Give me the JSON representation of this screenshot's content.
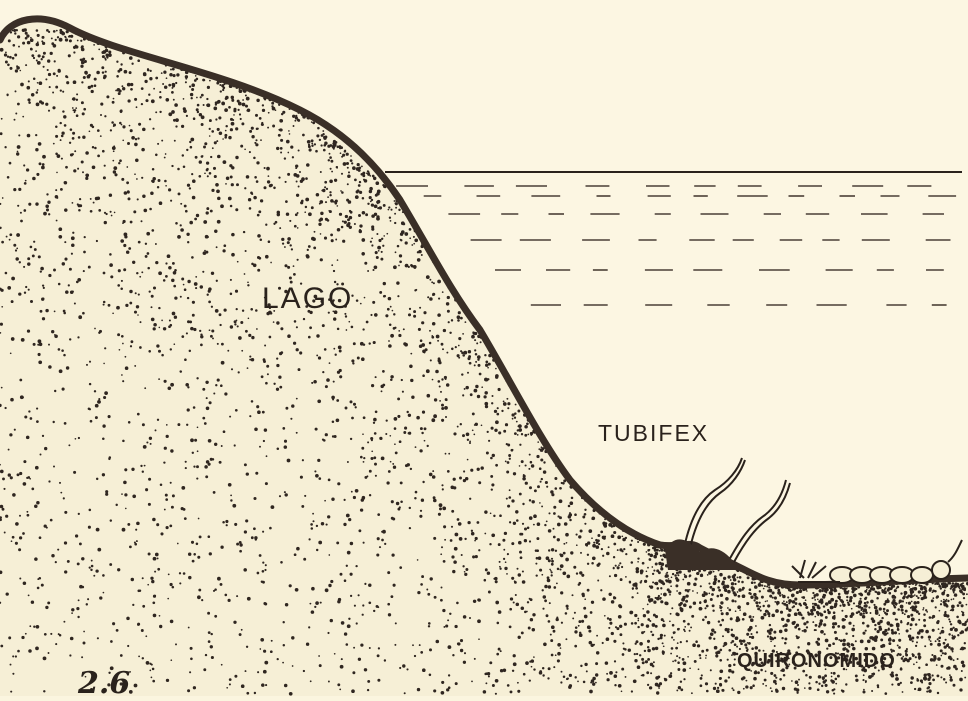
{
  "figure": {
    "number": "2.6",
    "labels": {
      "lake": "LAGO",
      "worm": "TUBIFEX",
      "larva": "QUIRONOMIDO"
    }
  },
  "colors": {
    "paper": "#fcf6e2",
    "ink": "#2a221c",
    "sediment_edge": "#3a2f27"
  }
}
